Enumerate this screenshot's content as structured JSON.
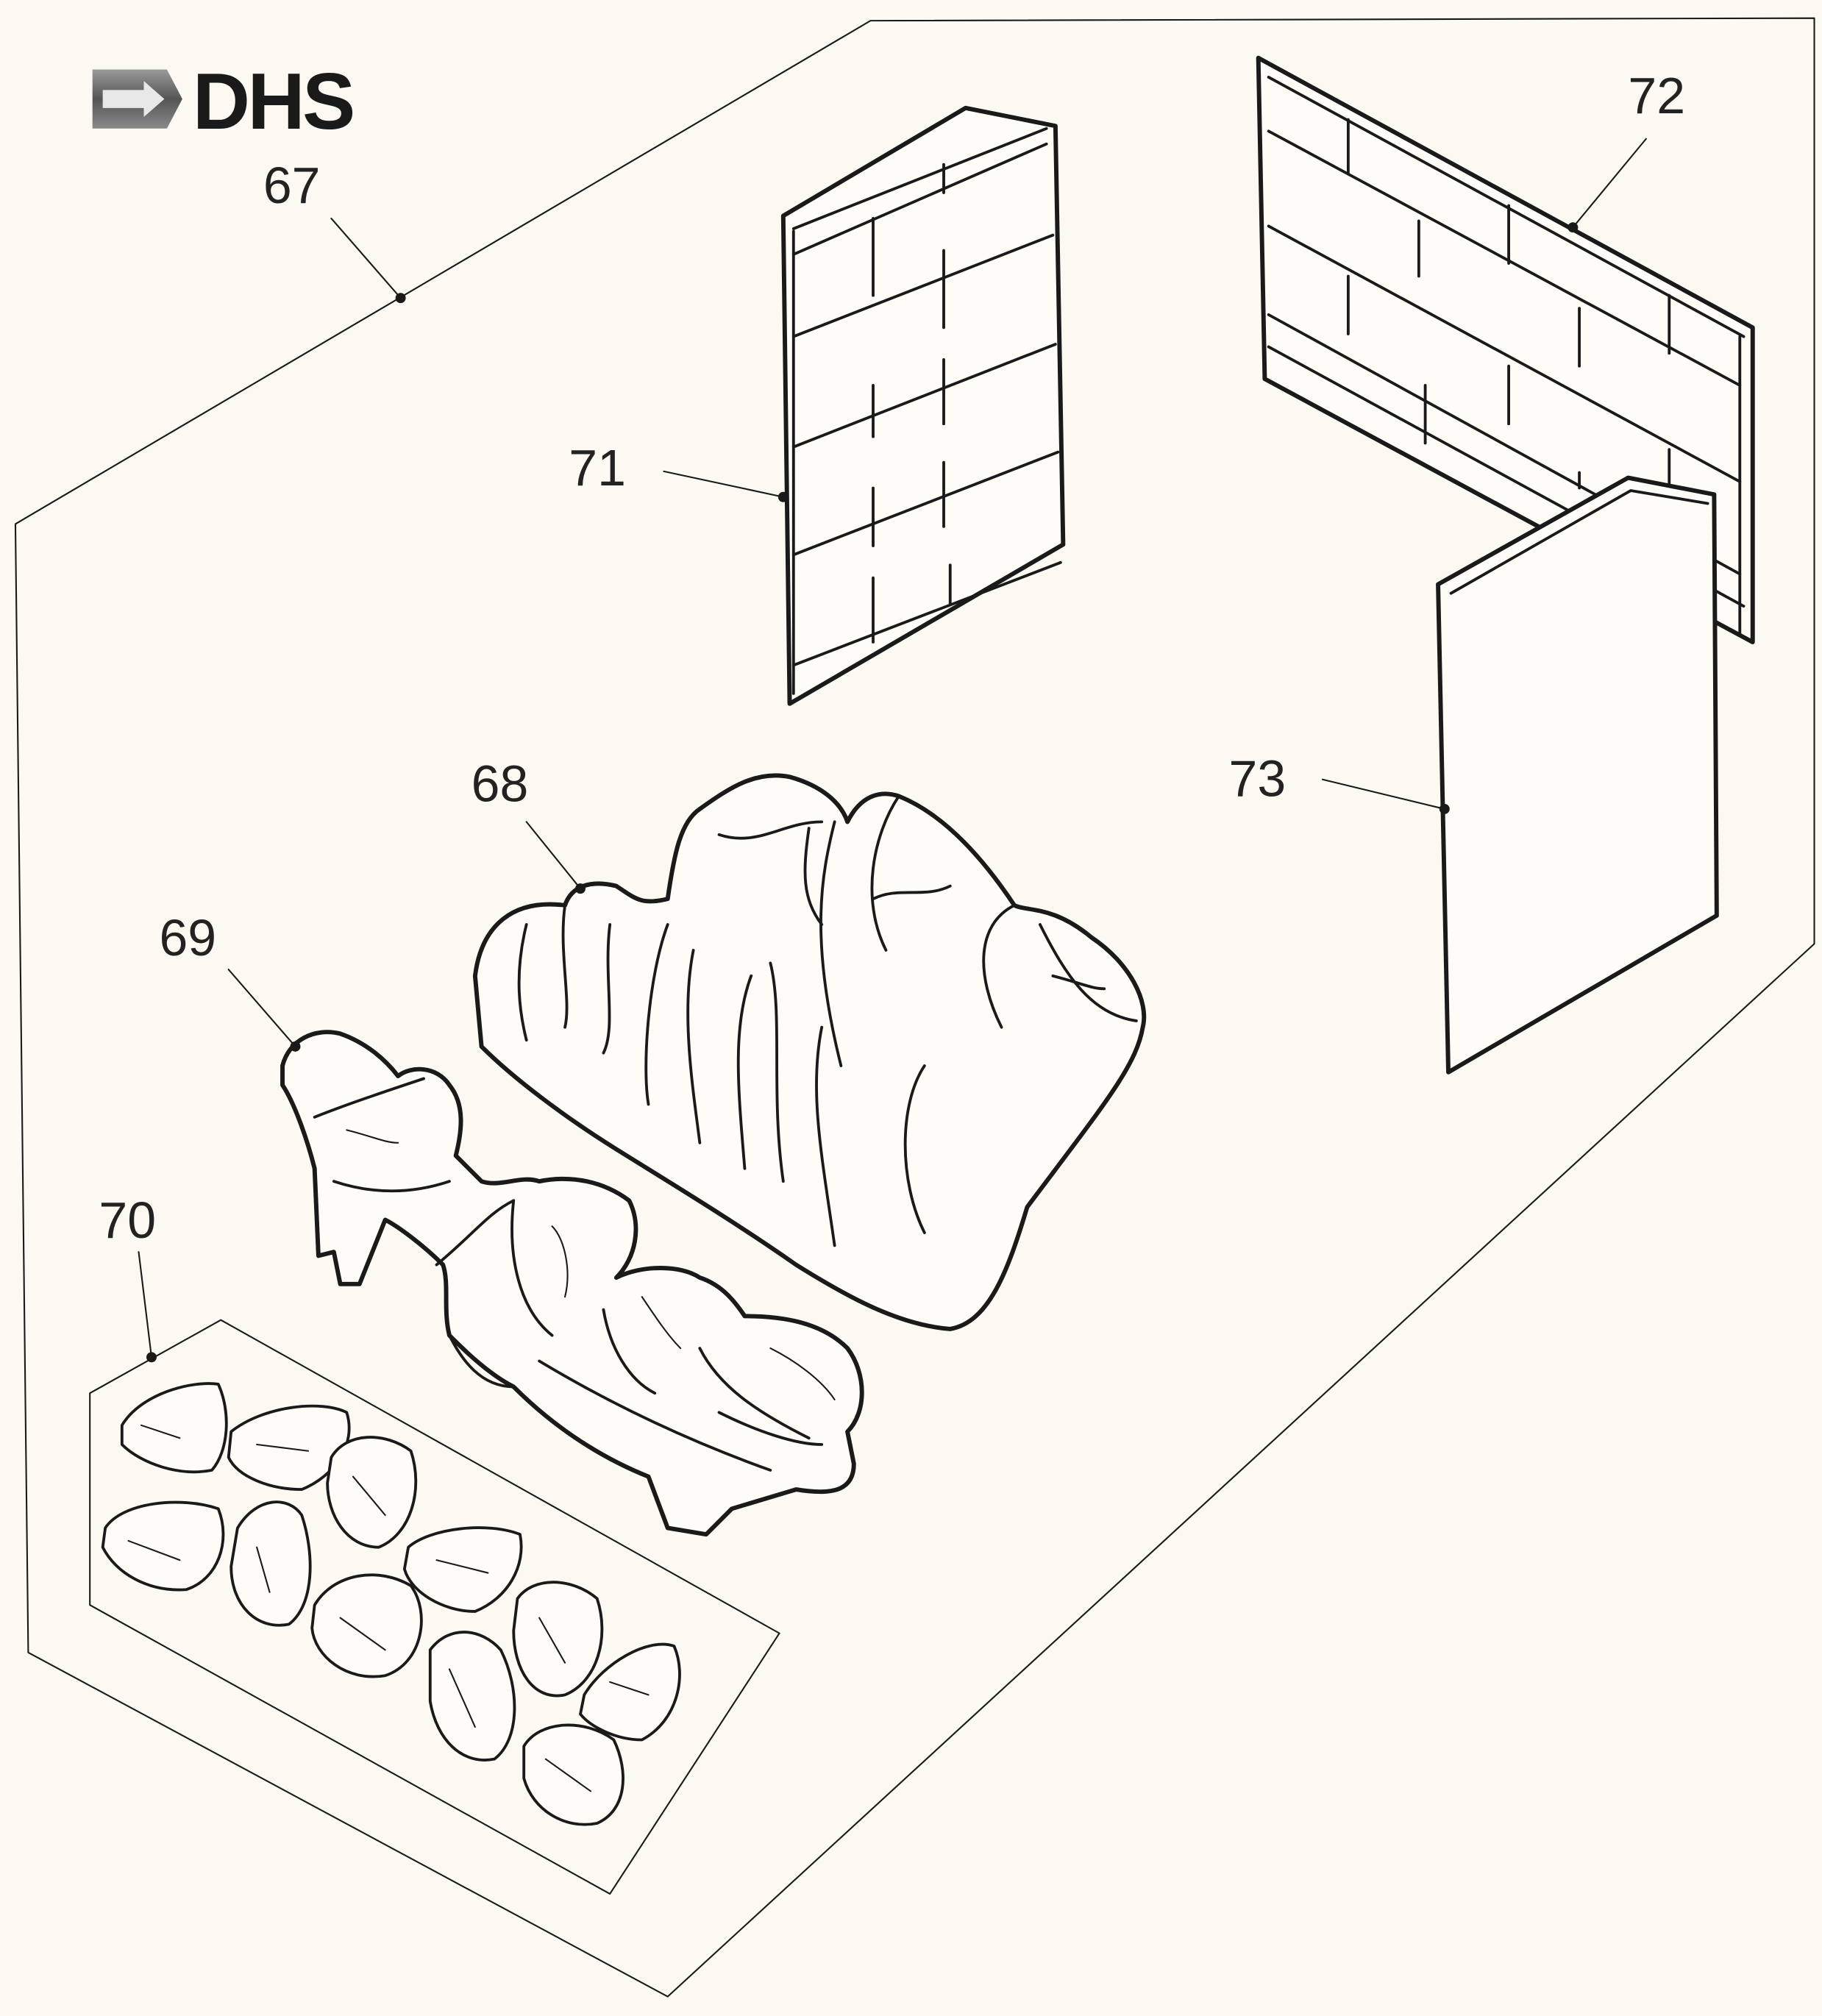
{
  "logo": {
    "text": "DHS"
  },
  "callouts": {
    "c67": "67",
    "c68": "68",
    "c69": "69",
    "c70": "70",
    "c71": "71",
    "c72": "72",
    "c73": "73"
  },
  "colors": {
    "paper": "#fbf9f1",
    "ink": "#1a1a1a",
    "logo_gray": "#6e6e6e"
  }
}
